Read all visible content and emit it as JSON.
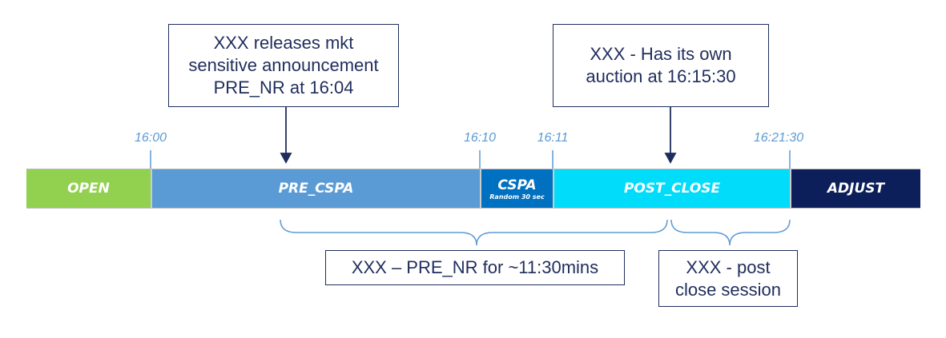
{
  "callouts": {
    "announcement": [
      "XXX releases mkt",
      "sensitive announcement",
      "PRE_NR at 16:04"
    ],
    "auction": [
      "XXX  - Has its own",
      "auction at 16:15:30"
    ],
    "pre_nr": "XXX – PRE_NR for ~11:30mins",
    "post_close": [
      "XXX -  post",
      "close session"
    ]
  },
  "times": [
    "16:00",
    "16:10",
    "16:11",
    "16:21:30"
  ],
  "segments": [
    {
      "label": "OPEN",
      "color": "#92d050"
    },
    {
      "label": "PRE_CSPA",
      "color": "#5b9bd5"
    },
    {
      "label": "CSPA",
      "sub": "Random 30 sec",
      "color": "#0070c0"
    },
    {
      "label": "POST_CLOSE",
      "color": "#00dcfa"
    },
    {
      "label": "ADJUST",
      "color": "#0c1f5b"
    }
  ]
}
